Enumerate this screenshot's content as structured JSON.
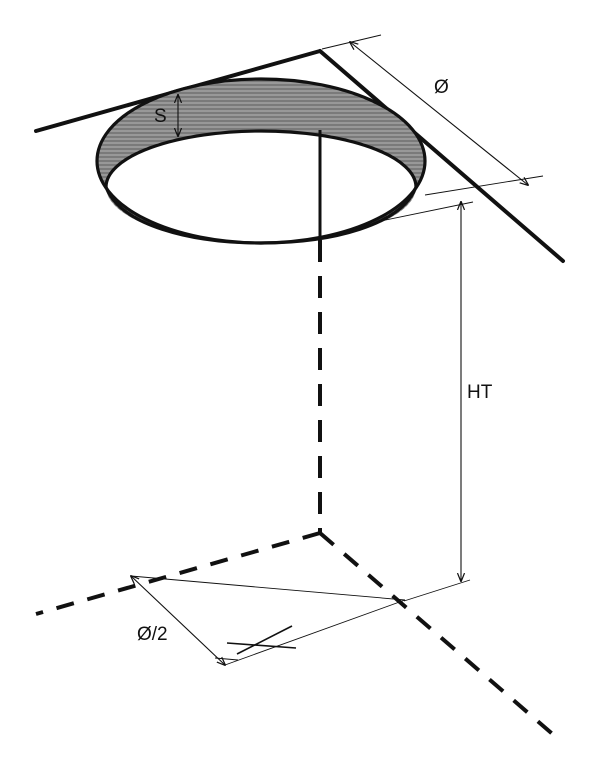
{
  "diagram": {
    "labels": {
      "shell_thickness": "S",
      "diameter": "Ø",
      "mounting_height": "HT",
      "half_diameter": "Ø/2"
    },
    "colors": {
      "line": "#111111",
      "ring_fill": "#7a7a7a",
      "ring_hatch": "#b5b5b5",
      "background": "#ffffff"
    }
  }
}
